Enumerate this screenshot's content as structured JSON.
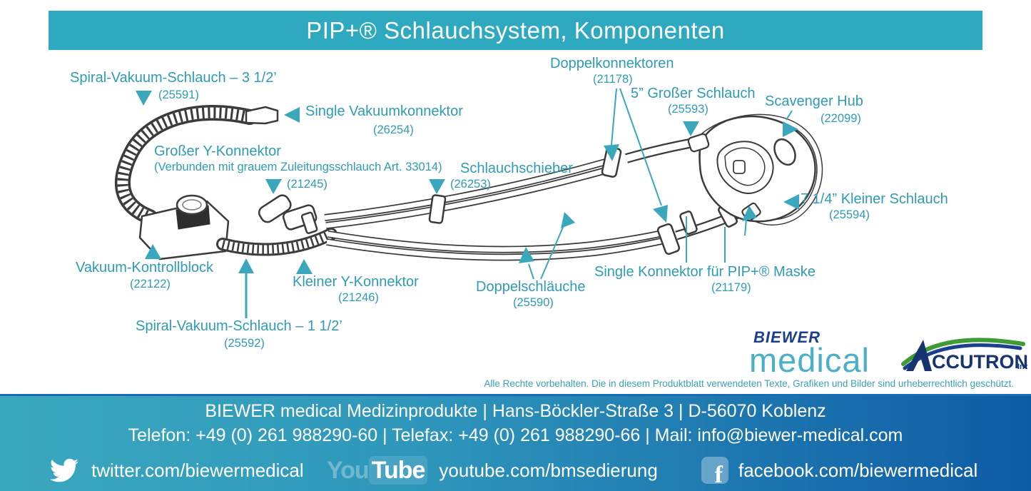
{
  "title": "PIP+® Schlauchsystem, Komponenten",
  "components": [
    {
      "text": "Spiral-Vakuum-Schlauch – 3 1/2’",
      "part": "(25591)"
    },
    {
      "text": "Single Vakuumkonnektor",
      "part": "(26254)"
    },
    {
      "text": "Großer Y-Konnektor",
      "subtext": "(Verbunden mit grauem Zuleitungsschlauch Art. 33014)",
      "part": "(21245)"
    },
    {
      "text": "Schlauchschieber",
      "part": "(26253)"
    },
    {
      "text": "Doppelkonnektoren",
      "part": "(21178)"
    },
    {
      "text": "5” Großer Schlauch",
      "part": "(25593)"
    },
    {
      "text": "Scavenger Hub",
      "part": "(22099)"
    },
    {
      "text": "7 1/4” Kleiner Schlauch",
      "part": "(25594)"
    },
    {
      "text": "Vakuum-Kontrollblock",
      "part": "(22122)"
    },
    {
      "text": "Kleiner Y-Konnektor",
      "part": "(21246)"
    },
    {
      "text": "Spiral-Vakuum-Schlauch – 1 1/2’",
      "part": "(25592)"
    },
    {
      "text": "Doppelschläuche",
      "part": "(25590)"
    },
    {
      "text": "Single Konnektor für PIP+® Maske",
      "part": "(21179)"
    }
  ],
  "logos": {
    "biewer": {
      "top": "BIEWER",
      "bottom": "medical"
    },
    "accutron": {
      "initial": "A",
      "rest": "CCUTRON",
      "suffix": "Inc."
    }
  },
  "copyright": "Alle Rechte vorbehalten. Die in diesem Produktblatt verwendeten Texte, Grafiken und Bilder sind urheberrechtlich geschützt.",
  "footer": {
    "line1": "BIEWER medical Medizinprodukte | Hans-Böckler-Straße 3 | D-56070 Koblenz",
    "line2": "Telefon: +49 (0) 261 988290-60 | Telefax: +49 (0) 261 988290-66 | Mail: info@biewer-medical.com",
    "social": [
      {
        "network": "twitter",
        "label": "twitter.com/biewermedical"
      },
      {
        "network": "youtube",
        "label": "youtube.com/bmsedierung"
      },
      {
        "network": "facebook",
        "label": "facebook.com/biewermedical"
      }
    ],
    "youtube_logo": {
      "you": "You",
      "tube": "Tube"
    }
  },
  "colors": {
    "banner_teal": "#2fa9bf",
    "label_teal": "#2d9cb4",
    "footer_teal_left": "#3aa8be",
    "footer_blue_right": "#0e5ba5",
    "logo_navy": "#1c3e8e",
    "logo_teal": "#49b0c7",
    "accutron_green": "#3f9c35"
  }
}
